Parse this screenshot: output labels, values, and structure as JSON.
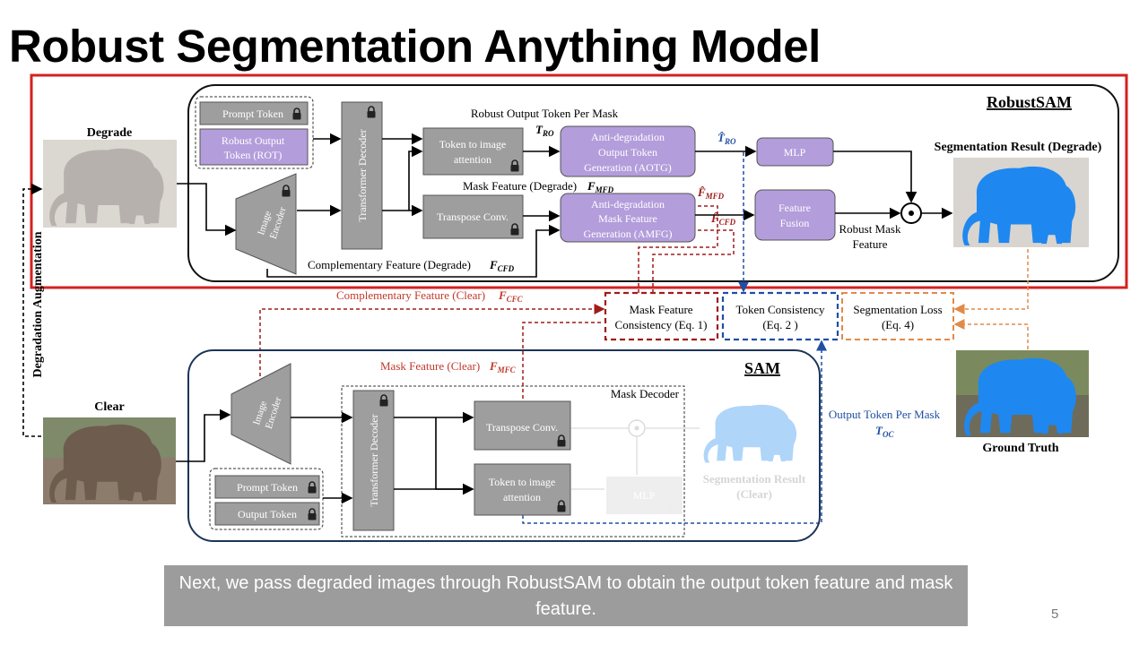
{
  "slide": {
    "title": "Robust Segmentation Anything Model",
    "caption": "Next, we pass degraded images through RobustSAM to obtain the output token feature and mask feature.",
    "page_number": "5"
  },
  "colors": {
    "highlight_border": "#d62020",
    "purple_box": "#b39ddb",
    "gray_box": "#9e9e9e",
    "dark_red_arrow": "#a01c1c",
    "blue_arrow": "#1f4fa3",
    "orange_arrow": "#e08a4a",
    "mask_blue": "#1e88f0",
    "sam_border": "#1d3557"
  },
  "robustsam": {
    "title": "RobustSAM",
    "degrade_label": "Degrade",
    "prompt_token": "Prompt Token",
    "rot_line1": "Robust Output",
    "rot_line2": "Token (ROT)",
    "transformer_decoder": "Transformer Decoder",
    "image_encoder_line1": "Image",
    "image_encoder_line2": "Encoder",
    "token_to_image_line1": "Token to image",
    "token_to_image_line2": "attention",
    "transpose_conv": "Transpose Conv.",
    "aotg_line1": "Anti-degradation",
    "aotg_line2": "Output Token",
    "aotg_line3": "Generation (AOTG)",
    "amfg_line1": "Anti-degradation",
    "amfg_line2": "Mask Feature",
    "amfg_line3": "Generation (AMFG)",
    "mlp": "MLP",
    "feature_fusion_line1": "Feature",
    "feature_fusion_line2": "Fusion",
    "robust_output_token_label": "Robust Output Token Per Mask",
    "t_ro": "T",
    "t_ro_sub": "RO",
    "t_ro_hat": "T̂",
    "mask_feature_degrade": "Mask Feature (Degrade)",
    "f_mfd": "F",
    "f_mfd_sub": "MFD",
    "f_mfd_hat": "F̂",
    "f_cfd_hat": "F̂",
    "f_cfd_sub": "CFD",
    "complementary_feature_degrade": "Complementary Feature (Degrade)",
    "f_cfd": "F",
    "robust_mask_feature_line1": "Robust Mask",
    "robust_mask_feature_line2": "Feature",
    "segmentation_result": "Segmentation Result (Degrade)"
  },
  "losses": {
    "complementary_feature_clear": "Complementary Feature (Clear)",
    "f_cfc": "F",
    "f_cfc_sub": "CFC",
    "mask_consistency_line1": "Mask Feature",
    "mask_consistency_line2": "Consistency (Eq. 1)",
    "token_consistency_line1": "Token Consistency",
    "token_consistency_line2": "(Eq. 2 )",
    "segmentation_loss_line1": "Segmentation Loss",
    "segmentation_loss_line2": "(Eq. 4)",
    "degradation_augmentation": "Degradation Augmentation",
    "output_token_per_mask": "Output Token Per Mask",
    "t_oc": "T",
    "t_oc_sub": "OC",
    "ground_truth": "Ground Truth"
  },
  "sam": {
    "title": "SAM",
    "clear_label": "Clear",
    "mask_feature_clear": "Mask Feature (Clear)",
    "f_mfc": "F",
    "f_mfc_sub": "MFC",
    "image_encoder_line1": "Image",
    "image_encoder_line2": "Encoder",
    "mask_decoder": "Mask Decoder",
    "transformer_decoder": "Transformer Decoder",
    "transpose_conv": "Transpose Conv.",
    "token_to_image_line1": "Token to image",
    "token_to_image_line2": "attention",
    "prompt_token": "Prompt Token",
    "output_token": "Output Token",
    "mlp": "MLP",
    "segmentation_result_line1": "Segmentation Result",
    "segmentation_result_line2": "(Clear)"
  }
}
